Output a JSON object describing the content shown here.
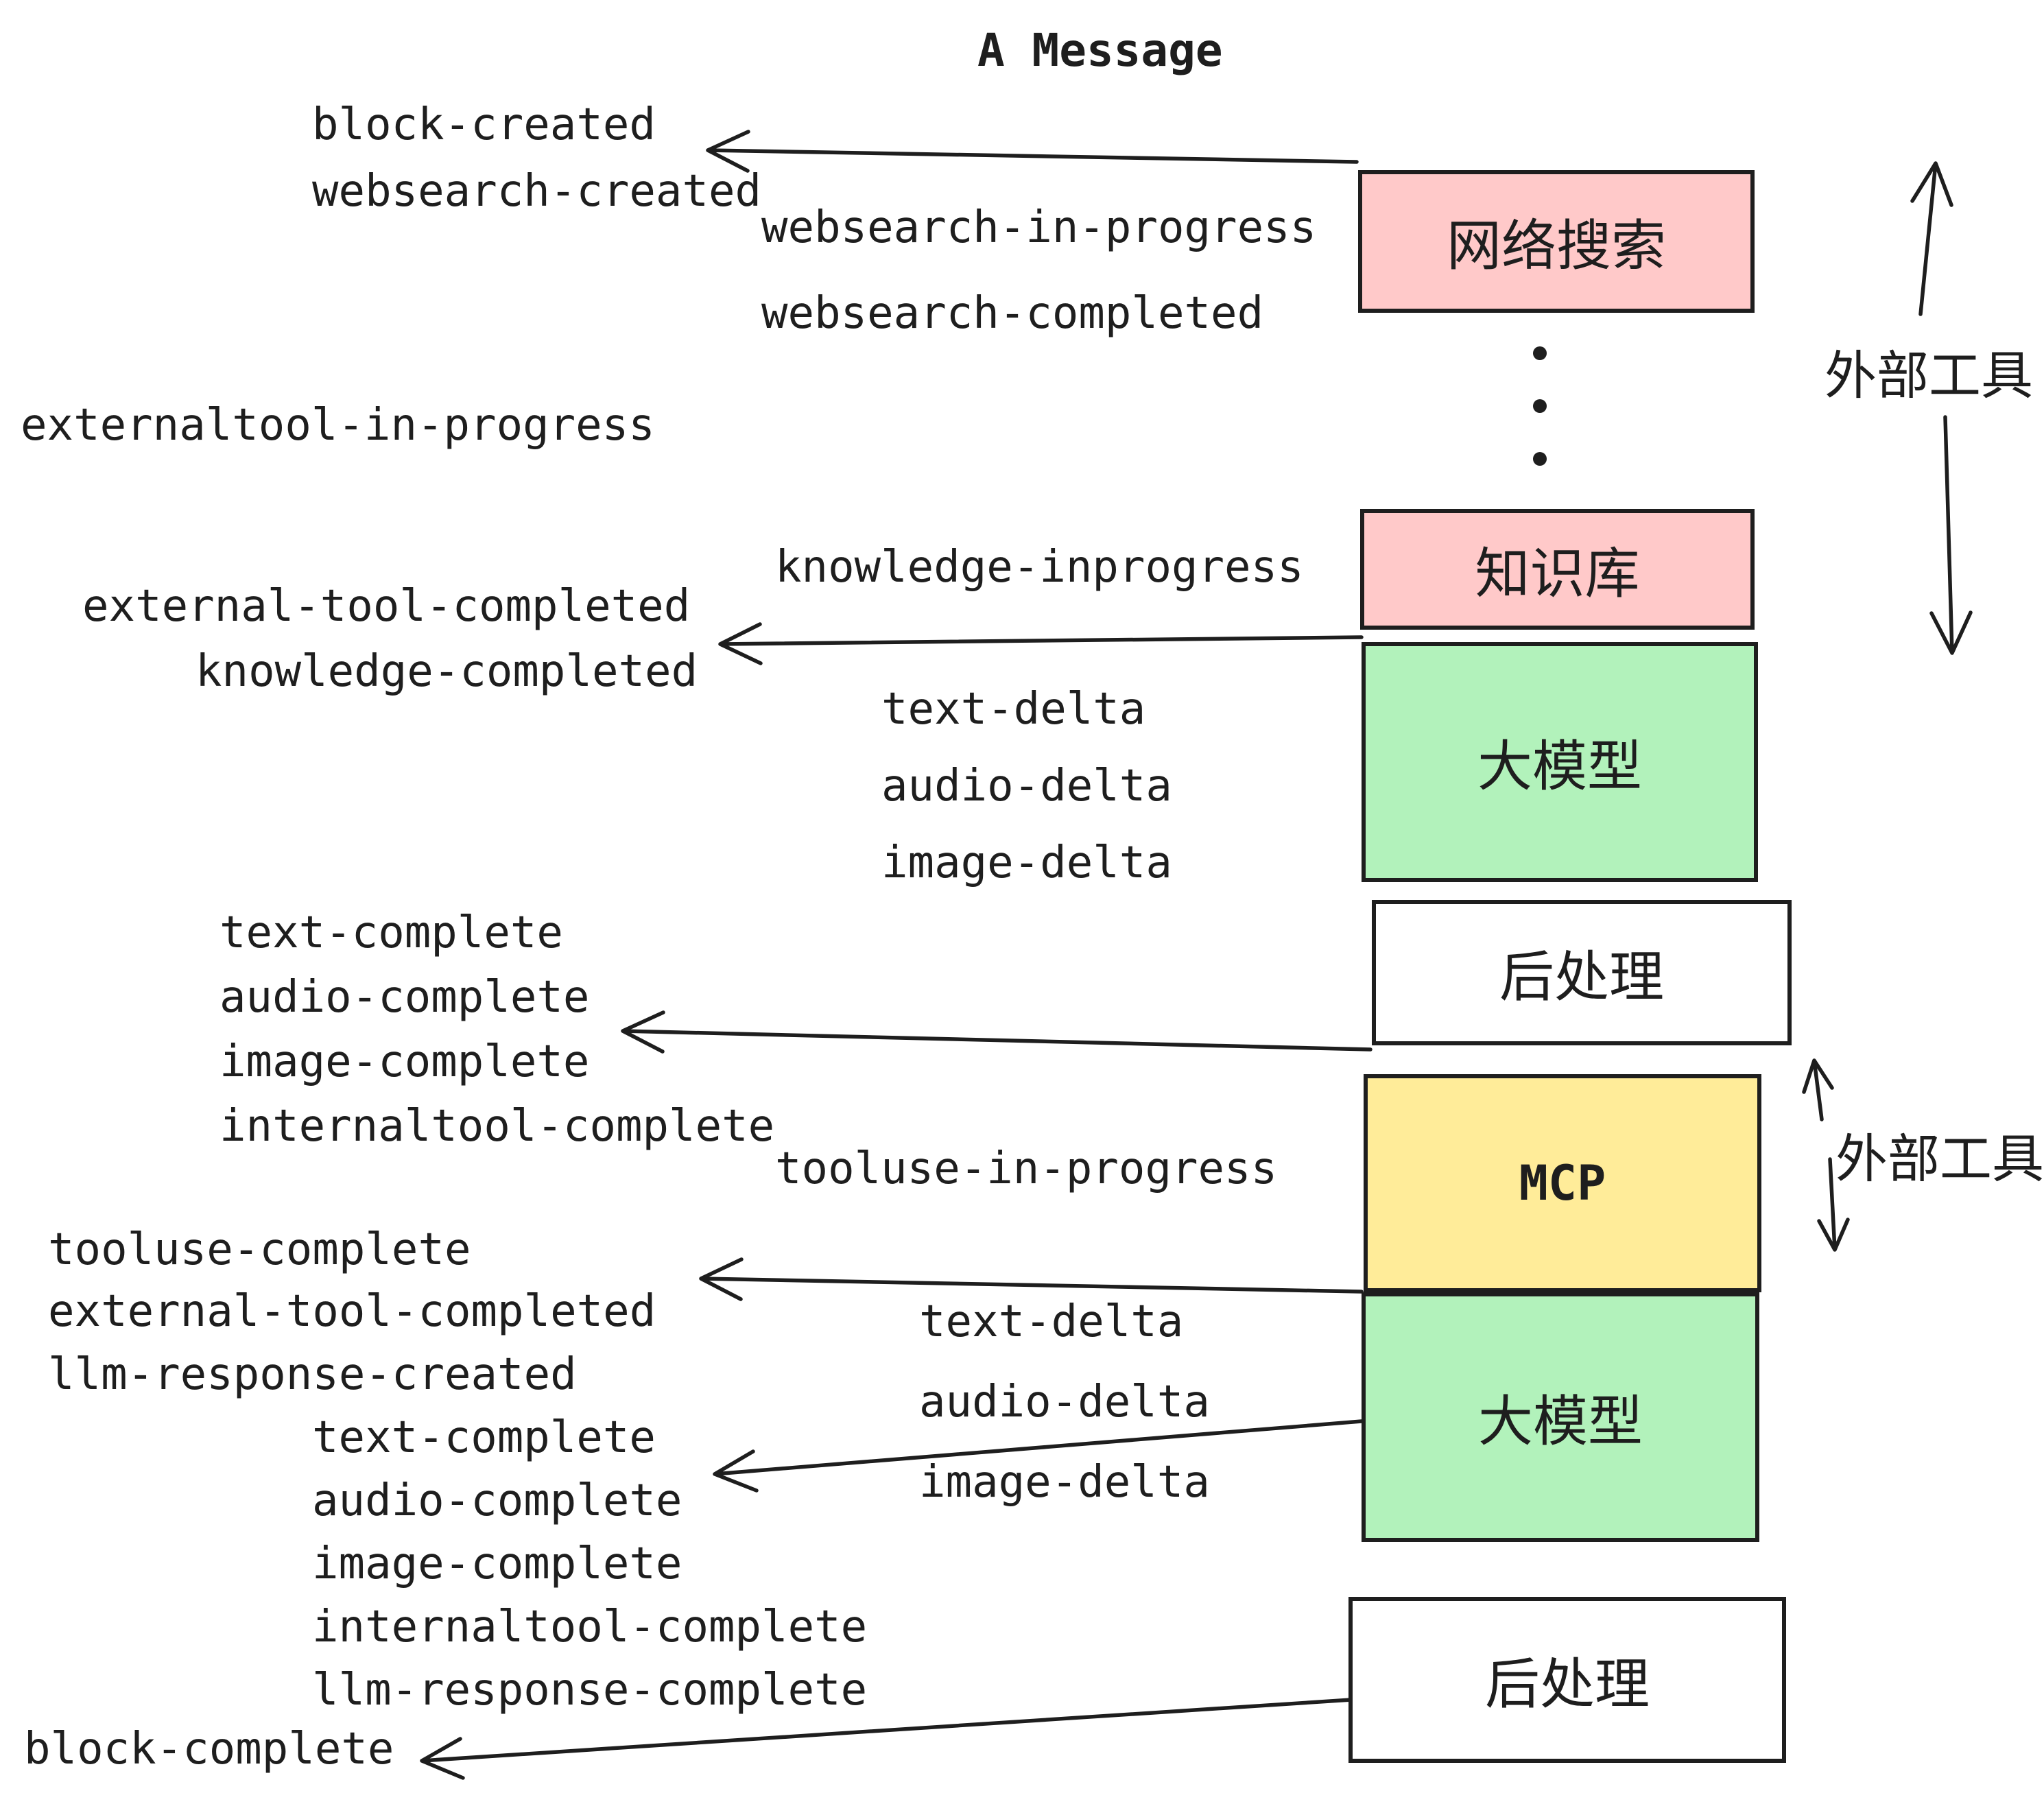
{
  "title": "A Message",
  "labels": {
    "block_created": "block-created",
    "websearch_created": "websearch-created",
    "websearch_in_progress": "websearch-in-progress",
    "websearch_completed": "websearch-completed",
    "externaltool_in_progress": "externaltool-in-progress",
    "knowledge_inprogress": "knowledge-inprogress",
    "external_tool_completed": "external-tool-completed",
    "knowledge_completed": "knowledge-completed",
    "text_delta": "text-delta",
    "audio_delta": "audio-delta",
    "image_delta": "image-delta",
    "text_complete": "text-complete",
    "audio_complete": "audio-complete",
    "image_complete": "image-complete",
    "internaltool_complete": "internaltool-complete",
    "tooluse_in_progress": "tooluse-in-progress",
    "tooluse_complete": "tooluse-complete",
    "llm_response_created": "llm-response-created",
    "llm_response_complete": "llm-response-complete",
    "block_complete": "block-complete"
  },
  "boxes": [
    {
      "id": "websearch",
      "label": "网络搜索",
      "color": "#ffc9c9"
    },
    {
      "id": "knowledge",
      "label": "知识库",
      "color": "#ffc9c9"
    },
    {
      "id": "llm1",
      "label": "大模型",
      "color": "#b2f2bb"
    },
    {
      "id": "post1",
      "label": "后处理",
      "color": "#ffffff"
    },
    {
      "id": "mcp",
      "label": "MCP",
      "color": "#ffec99"
    },
    {
      "id": "llm2",
      "label": "大模型",
      "color": "#b2f2bb"
    },
    {
      "id": "post2",
      "label": "后处理",
      "color": "#ffffff"
    }
  ],
  "side_labels": {
    "external_tools_top": "外部工具",
    "external_tools_mid": "外部工具"
  },
  "colors": {
    "stroke": "#1e1e1e",
    "pink": "#ffc9c9",
    "green": "#b2f2bb",
    "yellow": "#ffec99",
    "white": "#ffffff"
  }
}
